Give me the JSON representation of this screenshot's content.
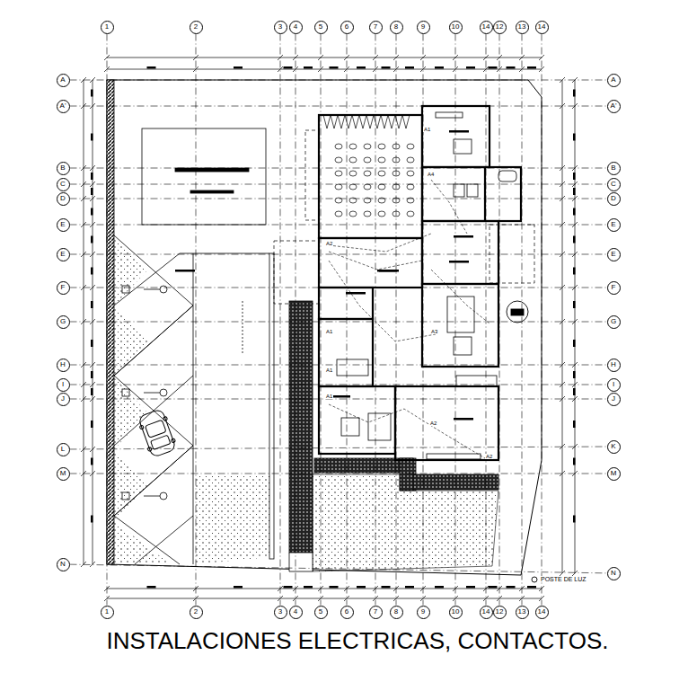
{
  "diagram": {
    "caption": "INSTALACIONES ELECTRICAS, CONTACTOS.",
    "nodes": [
      {
        "text": [
          "1"
        ]
      },
      {
        "text": [
          "2"
        ]
      },
      {
        "text": [
          "3"
        ]
      },
      {
        "text": [
          "4"
        ]
      },
      {
        "text": [
          "5"
        ]
      },
      {
        "text": [
          "6"
        ]
      },
      {
        "text": [
          "7"
        ]
      },
      {
        "text": [
          "8"
        ]
      },
      {
        "text": [
          "9"
        ]
      },
      {
        "text": [
          "10"
        ]
      },
      {
        "text": [
          "14"
        ]
      },
      {
        "text": [
          "12"
        ]
      },
      {
        "text": [
          "13"
        ]
      },
      {
        "text": [
          "14"
        ]
      },
      {
        "text": [
          "A"
        ]
      },
      {
        "text": [
          "A'"
        ]
      },
      {
        "text": [
          "B"
        ]
      },
      {
        "text": [
          "C"
        ]
      },
      {
        "text": [
          "D"
        ]
      },
      {
        "text": [
          "E"
        ]
      },
      {
        "text": [
          "E"
        ]
      },
      {
        "text": [
          "F"
        ]
      },
      {
        "text": [
          "G"
        ]
      },
      {
        "text": [
          "H"
        ]
      },
      {
        "text": [
          "I"
        ]
      },
      {
        "text": [
          "J"
        ]
      },
      {
        "text": [
          "L"
        ]
      },
      {
        "text": [
          "M"
        ]
      },
      {
        "text": [
          "N"
        ]
      },
      {
        "text": [
          "A"
        ]
      },
      {
        "text": [
          "A'"
        ]
      },
      {
        "text": [
          "B"
        ]
      },
      {
        "text": [
          "C"
        ]
      },
      {
        "text": [
          "D"
        ]
      },
      {
        "text": [
          "E"
        ]
      },
      {
        "text": [
          "E"
        ]
      },
      {
        "text": [
          "F"
        ]
      },
      {
        "text": [
          "G"
        ]
      },
      {
        "text": [
          "H"
        ]
      },
      {
        "text": [
          "I"
        ]
      },
      {
        "text": [
          "J"
        ]
      },
      {
        "text": [
          "K"
        ]
      },
      {
        "text": [
          "M"
        ]
      },
      {
        "text": [
          "N"
        ]
      },
      {
        "text": [
          "1"
        ]
      },
      {
        "text": [
          "2"
        ]
      },
      {
        "text": [
          "3"
        ]
      },
      {
        "text": [
          "4"
        ]
      },
      {
        "text": [
          "5"
        ]
      },
      {
        "text": [
          "6"
        ]
      },
      {
        "text": [
          "7"
        ]
      },
      {
        "text": [
          "8"
        ]
      },
      {
        "text": [
          "9"
        ]
      },
      {
        "text": [
          "10"
        ]
      },
      {
        "text": [
          "14"
        ]
      },
      {
        "text": [
          "12"
        ]
      },
      {
        "text": [
          "13"
        ]
      },
      {
        "text": [
          "14"
        ]
      }
    ],
    "edges": [
      {
        "from": 0,
        "to": 44,
        "arrow": "none"
      },
      {
        "from": 1,
        "to": 45,
        "arrow": "none"
      },
      {
        "from": 2,
        "to": 46,
        "arrow": "none"
      },
      {
        "from": 3,
        "to": 47,
        "arrow": "none"
      },
      {
        "from": 4,
        "to": 48,
        "arrow": "none"
      },
      {
        "from": 5,
        "to": 49,
        "arrow": "none"
      },
      {
        "from": 6,
        "to": 50,
        "arrow": "none"
      },
      {
        "from": 7,
        "to": 51,
        "arrow": "none"
      },
      {
        "from": 8,
        "to": 52,
        "arrow": "none"
      },
      {
        "from": 9,
        "to": 53,
        "arrow": "none"
      },
      {
        "from": 10,
        "to": 54,
        "arrow": "none"
      },
      {
        "from": 11,
        "to": 55,
        "arrow": "none"
      },
      {
        "from": 12,
        "to": 56,
        "arrow": "none"
      },
      {
        "from": 13,
        "to": 57,
        "arrow": "none"
      },
      {
        "from": 14,
        "to": 29,
        "arrow": "none"
      },
      {
        "from": 15,
        "to": 30,
        "arrow": "none"
      },
      {
        "from": 16,
        "to": 31,
        "arrow": "none"
      },
      {
        "from": 17,
        "to": 32,
        "arrow": "none"
      },
      {
        "from": 18,
        "to": 33,
        "arrow": "none"
      },
      {
        "from": 19,
        "to": 34,
        "arrow": "none"
      },
      {
        "from": 20,
        "to": 35,
        "arrow": "none"
      },
      {
        "from": 21,
        "to": 36,
        "arrow": "none"
      },
      {
        "from": 22,
        "to": 37,
        "arrow": "none"
      },
      {
        "from": 23,
        "to": 38,
        "arrow": "none"
      },
      {
        "from": 24,
        "to": 39,
        "arrow": "none"
      },
      {
        "from": 25,
        "to": 40,
        "arrow": "none"
      },
      {
        "from": 26,
        "to": 41,
        "arrow": "none"
      },
      {
        "from": 27,
        "to": 42,
        "arrow": "none"
      },
      {
        "from": 28,
        "to": 43,
        "arrow": "none"
      }
    ],
    "labels": [
      "POSTE DE LUZ",
      "A2",
      "A1",
      "A1",
      "A1",
      "A3",
      "A4",
      "A2",
      "A2",
      "A1"
    ]
  }
}
